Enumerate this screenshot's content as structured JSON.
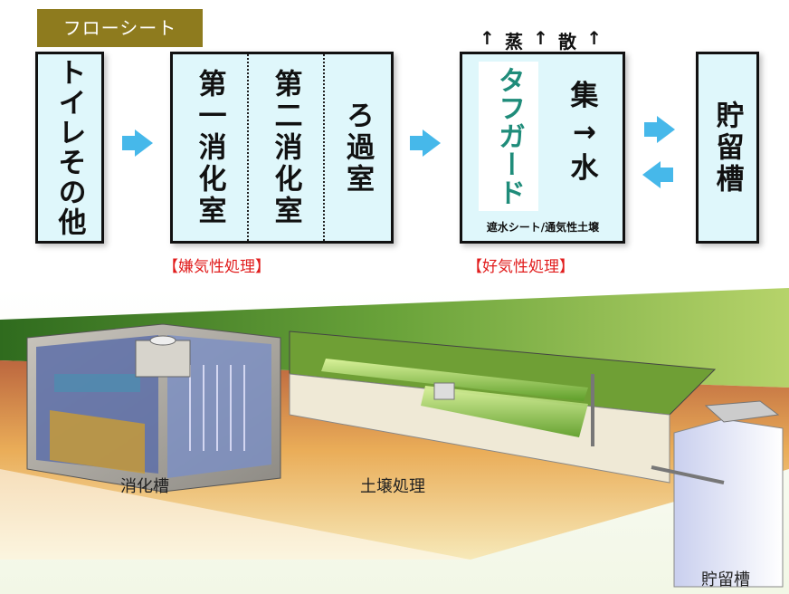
{
  "flow_tag": "フローシート",
  "source_box": {
    "text": "トイレその他"
  },
  "anaerobic": {
    "chambers": [
      "第一消化室",
      "第二消化室",
      "ろ過室"
    ],
    "label": "【嫌気性処理】"
  },
  "aerobic": {
    "evap_arrows": "↑蒸↑散↑",
    "evap_chars": [
      "蒸",
      "散"
    ],
    "tough_guard": "タフガード",
    "collect_top": "集",
    "collect_arrow": "→",
    "collect_bottom": "水",
    "sheet_note": "遮水シート/通気性土壌",
    "label": "【好気性処理】"
  },
  "storage_box": {
    "text": "貯留槽"
  },
  "illustration": {
    "captions": {
      "digestion_tank": "消化槽",
      "soil_treatment": "土壌処理",
      "storage_tank": "貯留槽"
    }
  },
  "colors": {
    "tag_bg": "#8e7b1e",
    "box_bg": "#dff7fb",
    "arrow": "#46b8ea",
    "tough_guard_text": "#1f8c7a",
    "label_red": "#e11d1d"
  }
}
